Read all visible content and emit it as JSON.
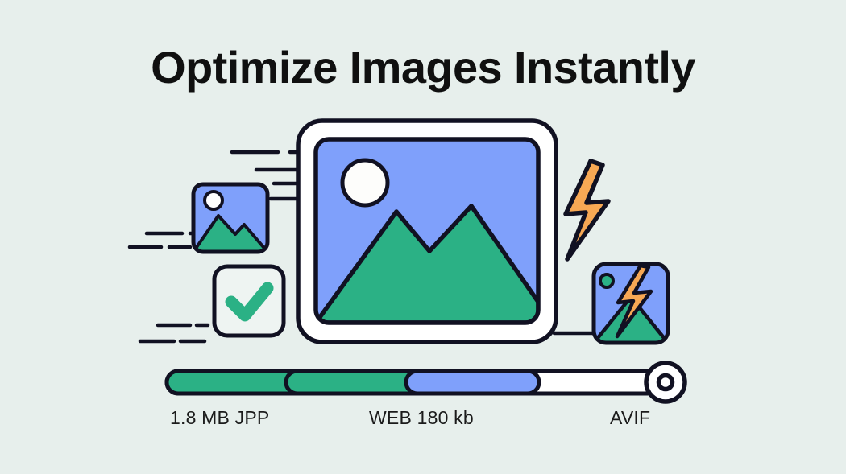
{
  "page": {
    "title": "Optimize Images Instantly",
    "background_color": "#e7efec"
  },
  "palette": {
    "background": "#e7efec",
    "ink": "#111122",
    "sky_blue": "#7fa0fb",
    "green": "#2bb185",
    "orange": "#f7a854",
    "white": "#ffffff",
    "frame_white": "#ffffff"
  },
  "illustration": {
    "main_image_card": {
      "name": "main-image-preview",
      "sky_color": "#7fa0fb",
      "mountain_color": "#2bb185",
      "sun_color": "#ffffff",
      "frame_color": "#ffffff"
    },
    "thumbnail_source": {
      "name": "source-image-thumbnail",
      "sky_color": "#7fa0fb",
      "mountain_color": "#2bb185",
      "sun_color": "#ffffff"
    },
    "thumbnail_optimized": {
      "name": "optimized-image-thumbnail",
      "sky_color": "#7fa0fb",
      "mountain_color": "#2bb185",
      "sun_color": "#2bb185",
      "bolt_color": "#f7a854"
    },
    "check_badge": {
      "name": "success-check-badge",
      "check_color": "#2bb185"
    },
    "bolt_large": {
      "name": "speed-bolt-icon",
      "color": "#f7a854"
    },
    "speed_lines": {
      "name": "motion-speed-lines",
      "color": "#111122",
      "count": 8
    }
  },
  "progress": {
    "name": "compression-progress-slider",
    "track_color": "#ffffff",
    "segments": [
      {
        "id": "seg-original",
        "color": "#2bb185",
        "start_pct": 0.0,
        "end_pct": 26.2
      },
      {
        "id": "seg-web",
        "color": "#2bb185",
        "start_pct": 26.2,
        "end_pct": 51.6
      },
      {
        "id": "seg-next",
        "color": "#7fa0fb",
        "start_pct": 51.6,
        "end_pct": 76.6
      },
      {
        "id": "seg-remain",
        "color": "#ffffff",
        "start_pct": 76.6,
        "end_pct": 100.0
      }
    ],
    "knob": {
      "name": "slider-knob",
      "fill": "#ffffff",
      "position_pct": 100
    },
    "labels": {
      "original": "1.8 MB JPP",
      "web": "WEB 180 kb",
      "avif": "AVIF"
    }
  }
}
